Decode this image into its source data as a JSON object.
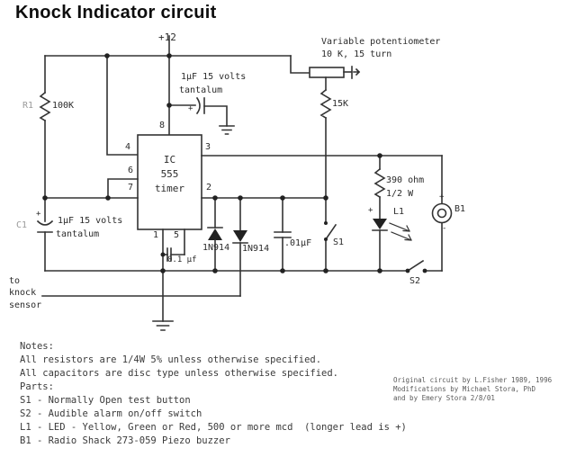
{
  "title": "Knock Indicator circuit",
  "schematic": {
    "supply": "+12",
    "potentiometer": {
      "name_line1": "Variable potentiometer",
      "name_line2": "10 K, 15 turn"
    },
    "r1": {
      "ref": "R1",
      "value": "100K"
    },
    "r15k": {
      "value": "15K"
    },
    "r390": {
      "value_line1": "390 ohm",
      "value_line2": "1/2 W"
    },
    "cap_tantalum_top": {
      "value_line1": "1µF 15 volts",
      "value_line2": "tantalum",
      "polarity": "+"
    },
    "c1": {
      "ref": "C1",
      "polarity": "+",
      "value_line1": "1µF 15 volts",
      "value_line2": "tantalum"
    },
    "cap_bypass": {
      "value": "0.1 µf"
    },
    "cap_disc": {
      "value": ".01µF"
    },
    "ic555": {
      "line1": "IC",
      "line2": "555",
      "line3": "timer",
      "pin8": "8",
      "pin4": "4",
      "pin6": "6",
      "pin7": "7",
      "pin3": "3",
      "pin2": "2",
      "pin1": "1",
      "pin5": "5"
    },
    "diode1": {
      "value": "1N914"
    },
    "diode2": {
      "value": "1N914"
    },
    "switch1": {
      "ref": "S1"
    },
    "switch2": {
      "ref": "S2"
    },
    "led": {
      "ref": "L1",
      "polarity": "+"
    },
    "buzzer": {
      "ref": "B1",
      "plus": "+",
      "minus": "-"
    },
    "knock_sensor": {
      "line1": "to",
      "line2": "knock",
      "line3": "sensor"
    }
  },
  "notes": {
    "heading": "Notes:",
    "resistors": "All resistors are 1/4W 5% unless otherwise specified.",
    "capacitors": "All capacitors are disc type unless otherwise specified.",
    "parts_heading": "Parts:",
    "part_s1": "S1 - Normally Open test button",
    "part_s2": "S2 - Audible alarm on/off switch",
    "part_l1": "L1 - LED - Yellow, Green or Red, 500 or more mcd  (longer lead is +)",
    "part_b1": "B1 - Radio Shack 273-059 Piezo buzzer"
  },
  "credits": {
    "line1": "Original circuit by L.Fisher 1989, 1996",
    "line2": "Modifications by Michael Stora, PhD",
    "line3": "and by Emery Stora 2/8/01"
  },
  "colors": {
    "wire": "#333333",
    "text": "#2b2b2b",
    "faint_label": "#9a9a9a",
    "background": "#ffffff"
  }
}
